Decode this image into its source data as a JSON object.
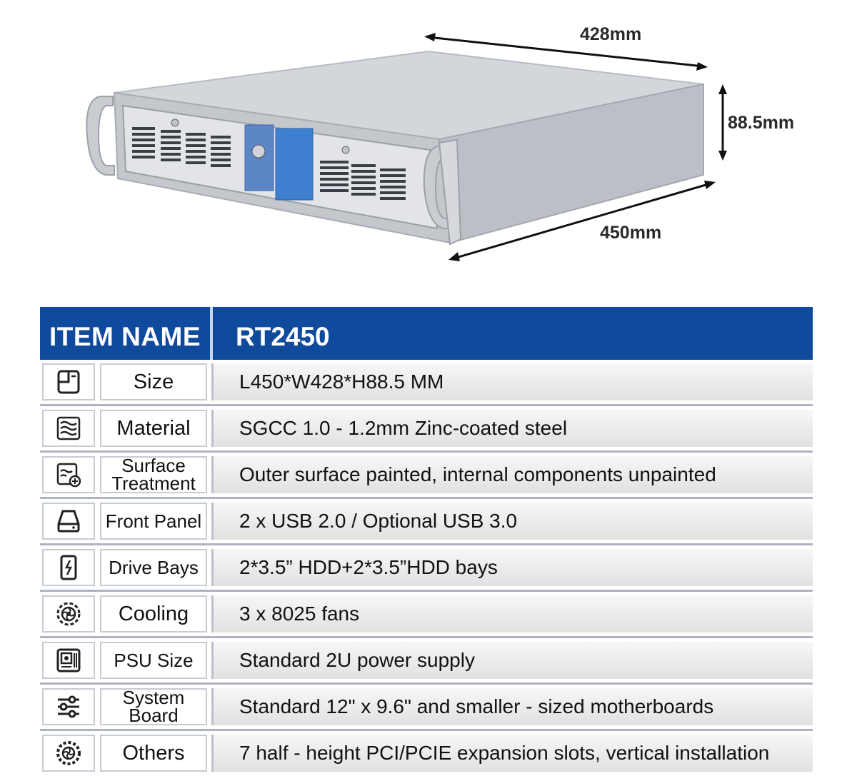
{
  "dimensions": {
    "width_label": "428mm",
    "height_label": "88.5mm",
    "length_label": "450mm"
  },
  "table": {
    "header_left": "ITEM NAME",
    "header_right": "RT2450",
    "rows": [
      {
        "icon": "size-icon",
        "name": "Size",
        "value": "L450*W428*H88.5 MM"
      },
      {
        "icon": "layers-icon",
        "name": "Material",
        "value": "SGCC 1.0 - 1.2mm Zinc-coated steel"
      },
      {
        "icon": "paint-icon",
        "name_line1": "Surface",
        "name_line2": "Treatment",
        "value": "Outer surface painted, internal components unpainted"
      },
      {
        "icon": "drive-icon",
        "name": "Front Panel",
        "value": "2 x USB 2.0 / Optional USB 3.0"
      },
      {
        "icon": "disk-icon",
        "name": "Drive Bays",
        "value": "2*3.5” HDD+2*3.5”HDD bays"
      },
      {
        "icon": "fan-icon",
        "name": "Cooling",
        "value": "3 x 8025 fans"
      },
      {
        "icon": "psu-icon",
        "name": "PSU Size",
        "value": "Standard 2U power supply"
      },
      {
        "icon": "sliders-icon",
        "name_line1": "System",
        "name_line2": "Board",
        "value": "Standard 12\" x 9.6\" and smaller - sized motherboards"
      },
      {
        "icon": "gear-icon",
        "name": "Others",
        "value": "7 half - height PCI/PCIE expansion slots, vertical installation"
      }
    ]
  }
}
